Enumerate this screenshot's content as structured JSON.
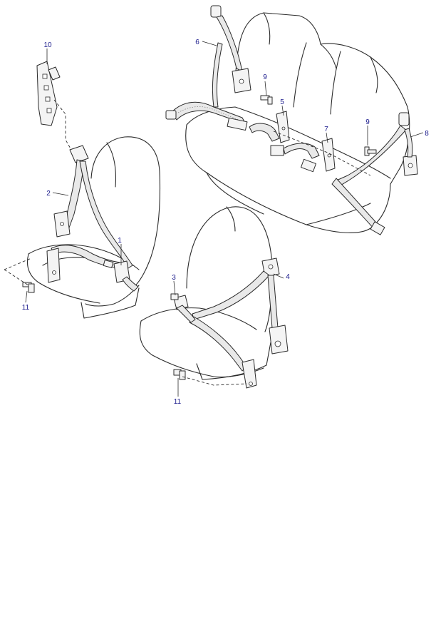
{
  "callouts": {
    "c1": "1",
    "c2": "2",
    "c3": "3",
    "c4": "4",
    "c5": "5",
    "c6": "6",
    "c7": "7",
    "c8": "8",
    "c9a": "9",
    "c9b": "9",
    "c10": "10",
    "c11a": "11",
    "c11b": "11"
  },
  "colors": {
    "line": "#2b2b2b",
    "callout_text": "#1a1a8c",
    "background": "#ffffff"
  }
}
